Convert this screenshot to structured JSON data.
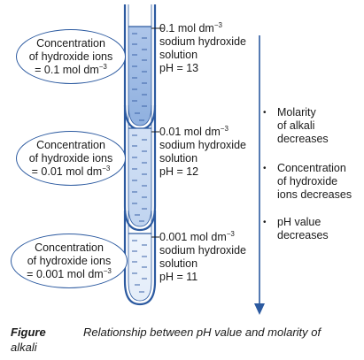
{
  "test_tubes": [
    {
      "oval": {
        "line1": "Concentration",
        "line2": "of hydroxide ions",
        "line3_prefix": "= 0.1 mol dm",
        "line3_sup": "−3"
      },
      "solution": {
        "line1_prefix": "0.1 mol dm",
        "line1_sup": "−3",
        "line2": "sodium hydroxide",
        "line3": "solution",
        "line4": "pH = 13"
      }
    },
    {
      "oval": {
        "line1": "Concentration",
        "line2": "of hydroxide ions",
        "line3_prefix": "= 0.01 mol dm",
        "line3_sup": "−3"
      },
      "solution": {
        "line1_prefix": "0.01 mol dm",
        "line1_sup": "−3",
        "line2": "sodium hydroxide",
        "line3": "solution",
        "line4": "pH = 12"
      }
    },
    {
      "oval": {
        "line1": "Concentration",
        "line2": "of hydroxide ions",
        "line3_prefix": "= 0.001 mol dm",
        "line3_sup": "−3"
      },
      "solution": {
        "line1_prefix": "0.001 mol dm",
        "line1_sup": "−3",
        "line2": "sodium hydroxide",
        "line3": "solution",
        "line4": "pH = 11"
      }
    }
  ],
  "trend_bullets": [
    {
      "lines": [
        "Molarity",
        "of alkali",
        "decreases"
      ]
    },
    {
      "lines": [
        "Concentration",
        "of hydroxide",
        "ions decreases"
      ]
    },
    {
      "lines": [
        "pH value",
        "decreases"
      ]
    }
  ],
  "caption": {
    "label": "Figure",
    "text_line1": "Relationship between pH value and molarity of",
    "text_line2": "alkali"
  },
  "colors": {
    "accent_blue": "#2c5aa0",
    "liquid_dark": "#9db8e0",
    "liquid_light": "#e9f0fb",
    "dash": "#4a6fb0"
  }
}
